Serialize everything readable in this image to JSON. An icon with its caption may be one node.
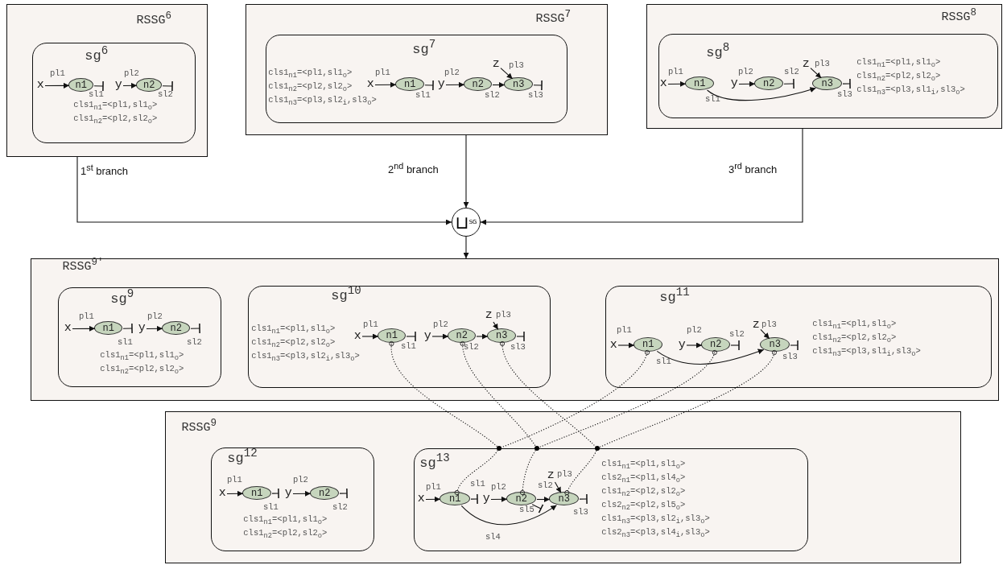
{
  "diagram": {
    "nodes": [
      {
        "text": [
          "RSSG$^{6}$"
        ]
      },
      {
        "text": [
          "sg$^{6}$",
          "cls1$_{n1}$=<pl1,sl1$_{o}$>",
          "cls1$_{n2}$=<pl2,sl2$_{o}$>"
        ],
        "in": 0
      },
      {
        "text": [
          "x"
        ],
        "in": 1
      },
      {
        "text": [
          "n1"
        ],
        "in": 1
      },
      {
        "text": [
          "y"
        ],
        "in": 1
      },
      {
        "text": [
          "n2"
        ],
        "in": 1
      },
      {
        "text": [
          "RSSG$^{7}$"
        ]
      },
      {
        "text": [
          "sg$^{7}$",
          "cls1$_{n1}$=<pl1,sl1$_{o}$>",
          "cls1$_{n2}$=<pl2,sl2$_{o}$>",
          "cls1$_{n3}$=<pl3,sl2$_{i}$,sl3$_{o}$>"
        ],
        "in": 6
      },
      {
        "text": [
          "x"
        ],
        "in": 7
      },
      {
        "text": [
          "n1"
        ],
        "in": 7
      },
      {
        "text": [
          "y"
        ],
        "in": 7
      },
      {
        "text": [
          "n2"
        ],
        "in": 7
      },
      {
        "text": [
          "z"
        ],
        "in": 7
      },
      {
        "text": [
          "n3"
        ],
        "in": 7
      },
      {
        "text": [
          "RSSG$^{8}$"
        ]
      },
      {
        "text": [
          "sg$^{8}$",
          "cls1$_{n1}$=<pl1,sl1$_{o}$>",
          "cls1$_{n2}$=<pl2,sl2$_{o}$>",
          "cls1$_{n3}$=<pl3,sl1$_{i}$,sl3$_{o}$>"
        ],
        "in": 14
      },
      {
        "text": [
          "x"
        ],
        "in": 15
      },
      {
        "text": [
          "n1"
        ],
        "in": 15
      },
      {
        "text": [
          "y"
        ],
        "in": 15
      },
      {
        "text": [
          "n2"
        ],
        "in": 15
      },
      {
        "text": [
          "z"
        ],
        "in": 15
      },
      {
        "text": [
          "n3"
        ],
        "in": 15
      },
      {
        "text": [
          "⊔$^{SG}$"
        ]
      },
      {
        "text": [
          "RSSG$^{9'}$"
        ]
      },
      {
        "text": [
          "sg$^{9}$",
          "cls1$_{n1}$=<pl1,sl1$_{o}$>",
          "cls1$_{n2}$=<pl2,sl2$_{o}$>"
        ],
        "in": 23
      },
      {
        "text": [
          "x"
        ],
        "in": 24
      },
      {
        "text": [
          "n1"
        ],
        "in": 24
      },
      {
        "text": [
          "y"
        ],
        "in": 24
      },
      {
        "text": [
          "n2"
        ],
        "in": 24
      },
      {
        "text": [
          "sg$^{10}$",
          "cls1$_{n1}$=<pl1,sl1$_{o}$>",
          "cls1$_{n2}$=<pl2,sl2$_{o}$>",
          "cls1$_{n3}$=<pl3,sl2$_{i}$,sl3$_{o}$>"
        ],
        "in": 23
      },
      {
        "text": [
          "x"
        ],
        "in": 29
      },
      {
        "text": [
          "n1"
        ],
        "in": 29
      },
      {
        "text": [
          "y"
        ],
        "in": 29
      },
      {
        "text": [
          "n2"
        ],
        "in": 29
      },
      {
        "text": [
          "z"
        ],
        "in": 29
      },
      {
        "text": [
          "n3"
        ],
        "in": 29
      },
      {
        "text": [
          "sg$^{11}$",
          "cls1$_{n1}$=<pl1,sl1$_{o}$>",
          "cls1$_{n2}$=<pl2,sl2$_{o}$>",
          "cls1$_{n3}$=<pl3,sl1$_{i}$,sl3$_{o}$>"
        ],
        "in": 23
      },
      {
        "text": [
          "x"
        ],
        "in": 36
      },
      {
        "text": [
          "n1"
        ],
        "in": 36
      },
      {
        "text": [
          "y"
        ],
        "in": 36
      },
      {
        "text": [
          "n2"
        ],
        "in": 36
      },
      {
        "text": [
          "z"
        ],
        "in": 36
      },
      {
        "text": [
          "n3"
        ],
        "in": 36
      },
      {
        "text": [
          "RSSG$^{9}$"
        ]
      },
      {
        "text": [
          "sg$^{12}$",
          "cls1$_{n1}$=<pl1,sl1$_{o}$>",
          "cls1$_{n2}$=<pl2,sl2$_{o}$>"
        ],
        "in": 43
      },
      {
        "text": [
          "x"
        ],
        "in": 44
      },
      {
        "text": [
          "n1"
        ],
        "in": 44
      },
      {
        "text": [
          "y"
        ],
        "in": 44
      },
      {
        "text": [
          "n2"
        ],
        "in": 44
      },
      {
        "text": [
          "sg$^{13}$",
          "cls1$_{n1}$=<pl1,sl1$_{o}$>",
          "cls2$_{n1}$=<pl1,sl4$_{o}$>",
          "cls1$_{n2}$=<pl2,sl2$_{o}$>",
          "cls2$_{n2}$=<pl2,sl5$_{o}$>",
          "cls1$_{n3}$=<pl3,sl2$_{i}$,sl3$_{o}$>",
          "cls2$_{n3}$=<pl3,sl4$_{i}$,sl3$_{o}$>"
        ],
        "in": 43
      },
      {
        "text": [
          "x"
        ],
        "in": 49
      },
      {
        "text": [
          "n1"
        ],
        "in": 49
      },
      {
        "text": [
          "y"
        ],
        "in": 49
      },
      {
        "text": [
          "n2"
        ],
        "in": 49
      },
      {
        "text": [
          "z"
        ],
        "in": 49
      },
      {
        "text": [
          "n3"
        ],
        "in": 49
      },
      {
        "text": [],
        "shape": "dot",
        "in": 43
      },
      {
        "text": [],
        "shape": "dot",
        "in": 43
      },
      {
        "text": [],
        "shape": "dot",
        "in": 43
      }
    ],
    "edges": [
      {
        "from": 2,
        "to": 3,
        "arrow": "to",
        "label": "pl1"
      },
      {
        "from": 3,
        "to": null,
        "arrow": "other",
        "label": "sl1"
      },
      {
        "from": 4,
        "to": 5,
        "arrow": "to",
        "label": "pl2"
      },
      {
        "from": 5,
        "to": null,
        "arrow": "other",
        "label": "sl2"
      },
      {
        "from": 8,
        "to": 9,
        "arrow": "to",
        "label": "pl1"
      },
      {
        "from": 9,
        "to": null,
        "arrow": "other",
        "label": "sl1"
      },
      {
        "from": 10,
        "to": 11,
        "arrow": "to",
        "label": "pl2"
      },
      {
        "from": 11,
        "to": 13,
        "arrow": "to",
        "label": "sl2"
      },
      {
        "from": 12,
        "to": 13,
        "arrow": "to",
        "label": "pl3"
      },
      {
        "from": 13,
        "to": null,
        "arrow": "other",
        "label": "sl3"
      },
      {
        "from": 16,
        "to": 17,
        "arrow": "to",
        "label": "pl1"
      },
      {
        "from": 17,
        "to": 21,
        "arrow": "to",
        "label": "sl1"
      },
      {
        "from": 18,
        "to": 19,
        "arrow": "to",
        "label": "pl2"
      },
      {
        "from": 19,
        "to": null,
        "arrow": "other",
        "label": "sl2"
      },
      {
        "from": 20,
        "to": 21,
        "arrow": "to",
        "label": "pl3"
      },
      {
        "from": 21,
        "to": null,
        "arrow": "other",
        "label": "sl3"
      },
      {
        "from": 0,
        "to": 22,
        "arrow": "to",
        "label": "1$^{st}$ branch"
      },
      {
        "from": 6,
        "to": 22,
        "arrow": "to",
        "label": "2$^{nd}$ branch"
      },
      {
        "from": 14,
        "to": 22,
        "arrow": "to",
        "label": "3$^{rd}$ branch"
      },
      {
        "from": 22,
        "to": 23,
        "arrow": "to"
      },
      {
        "from": 25,
        "to": 26,
        "arrow": "to",
        "label": "pl1"
      },
      {
        "from": 26,
        "to": null,
        "arrow": "other",
        "label": "sl1"
      },
      {
        "from": 27,
        "to": 28,
        "arrow": "to",
        "label": "pl2"
      },
      {
        "from": 28,
        "to": null,
        "arrow": "other",
        "label": "sl2"
      },
      {
        "from": 30,
        "to": 31,
        "arrow": "to",
        "label": "pl1"
      },
      {
        "from": 31,
        "to": null,
        "arrow": "other",
        "label": "sl1"
      },
      {
        "from": 32,
        "to": 33,
        "arrow": "to",
        "label": "pl2"
      },
      {
        "from": 33,
        "to": 35,
        "arrow": "to",
        "label": "sl2"
      },
      {
        "from": 34,
        "to": 35,
        "arrow": "to",
        "label": "pl3"
      },
      {
        "from": 35,
        "to": null,
        "arrow": "other",
        "label": "sl3"
      },
      {
        "from": 37,
        "to": 38,
        "arrow": "to",
        "label": "pl1"
      },
      {
        "from": 38,
        "to": 42,
        "arrow": "to",
        "label": "sl1"
      },
      {
        "from": 39,
        "to": 40,
        "arrow": "to",
        "label": "pl2"
      },
      {
        "from": 40,
        "to": null,
        "arrow": "other",
        "label": "sl2"
      },
      {
        "from": 41,
        "to": 42,
        "arrow": "to",
        "label": "pl3"
      },
      {
        "from": 42,
        "to": null,
        "arrow": "other",
        "label": "sl3"
      },
      {
        "from": 45,
        "to": 46,
        "arrow": "to",
        "label": "pl1"
      },
      {
        "from": 46,
        "to": null,
        "arrow": "other",
        "label": "sl1"
      },
      {
        "from": 47,
        "to": 48,
        "arrow": "to",
        "label": "pl2"
      },
      {
        "from": 48,
        "to": null,
        "arrow": "other",
        "label": "sl2"
      },
      {
        "from": 50,
        "to": 51,
        "arrow": "to",
        "label": "pl1"
      },
      {
        "from": 51,
        "to": null,
        "arrow": "other",
        "label": "sl1"
      },
      {
        "from": 51,
        "to": 55,
        "arrow": "to",
        "label": "sl4"
      },
      {
        "from": 52,
        "to": 53,
        "arrow": "to",
        "label": "pl2"
      },
      {
        "from": 53,
        "to": 55,
        "arrow": "to",
        "label": "sl2"
      },
      {
        "from": 53,
        "to": null,
        "arrow": "other",
        "label": "sl5"
      },
      {
        "from": 54,
        "to": 55,
        "arrow": "to",
        "label": "pl3"
      },
      {
        "from": 55,
        "to": null,
        "arrow": "other",
        "label": "sl3"
      },
      {
        "from": 31,
        "to": 56,
        "arrow": "other",
        "style": "dashed"
      },
      {
        "from": 33,
        "to": 57,
        "arrow": "other",
        "style": "dashed"
      },
      {
        "from": 35,
        "to": 58,
        "arrow": "other",
        "style": "dashed"
      },
      {
        "from": 38,
        "to": 56,
        "arrow": "other",
        "style": "dashed"
      },
      {
        "from": 40,
        "to": 57,
        "arrow": "other",
        "style": "dashed"
      },
      {
        "from": 42,
        "to": 58,
        "arrow": "other",
        "style": "dashed"
      },
      {
        "from": 56,
        "to": 51,
        "arrow": "other",
        "style": "dashed"
      },
      {
        "from": 57,
        "to": 53,
        "arrow": "other",
        "style": "dashed"
      },
      {
        "from": 58,
        "to": 55,
        "arrow": "other",
        "style": "dashed"
      }
    ]
  }
}
